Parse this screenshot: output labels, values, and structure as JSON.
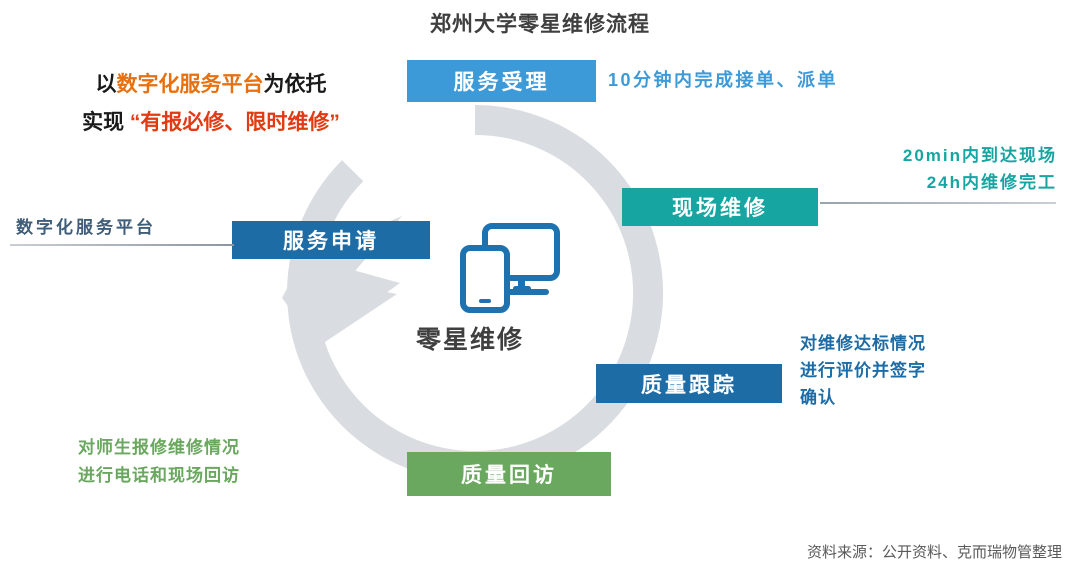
{
  "title": "郑州大学零星维修流程",
  "headline": {
    "line1_pre": "以",
    "line1_hl": "数字化服务平台",
    "line1_post": "为依托",
    "line2_pre": "实现",
    "line2_hl": "“有报必修、限时维修”"
  },
  "center": {
    "icon": "monitor-phone-icon",
    "label": "零星维修"
  },
  "cycle": {
    "ring_color": "#d9dde2",
    "arrow_icon": "circular-arrow-icon",
    "steps": [
      {
        "id": "service-accept",
        "label": "服务受理",
        "color": "#3d9ad8",
        "note": "10分钟内完成接单、派单"
      },
      {
        "id": "onsite-repair",
        "label": "现场维修",
        "color": "#17a5a2",
        "note_line1": "20min内到达现场",
        "note_line2": "24h内维修完工"
      },
      {
        "id": "quality-track",
        "label": "质量跟踪",
        "color": "#1d6ca6",
        "note_line1": "对维修达标情况",
        "note_line2": "进行评价并签字",
        "note_line3": "确认"
      },
      {
        "id": "quality-revisit",
        "label": "质量回访",
        "color": "#6aa75f",
        "note_line1": "对师生报修维修情况",
        "note_line2": "进行电话和现场回访"
      },
      {
        "id": "service-apply",
        "label": "服务申请",
        "color": "#1d6ca6",
        "note": "数字化服务平台"
      }
    ]
  },
  "source_note": "资料来源：公开资料、克而瑞物管整理"
}
